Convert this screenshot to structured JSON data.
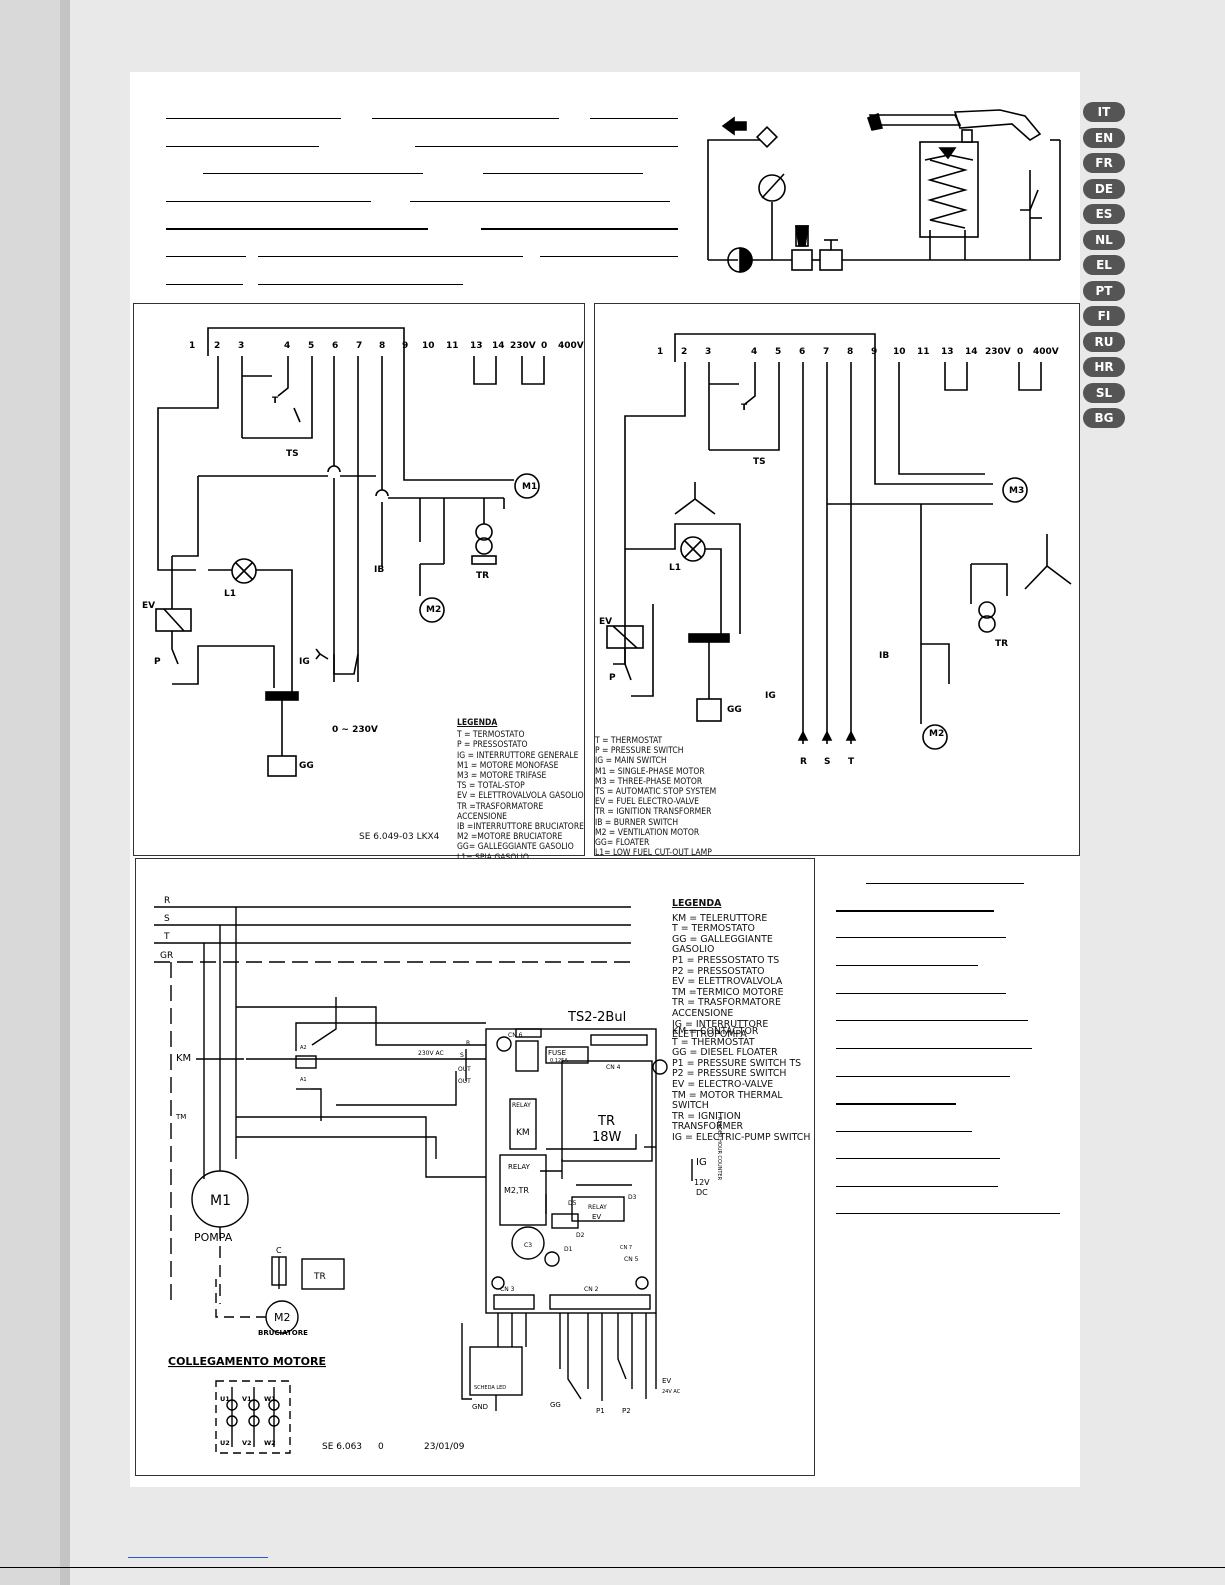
{
  "languages": [
    "IT",
    "EN",
    "FR",
    "DE",
    "ES",
    "NL",
    "EL",
    "PT",
    "FI",
    "RU",
    "HR",
    "SL",
    "BG"
  ],
  "diagram1": {
    "terminals": [
      "1",
      "2",
      "3",
      "4",
      "5",
      "6",
      "7",
      "8",
      "9",
      "10",
      "11",
      "13",
      "14",
      "230V",
      "0",
      "400V"
    ],
    "labels": {
      "ts": "TS",
      "t": "T",
      "m1": "M1",
      "tr": "TR",
      "ib": "IB",
      "m2": "M2",
      "l1": "L1",
      "ev": "EV",
      "p": "P",
      "ig": "IG",
      "gg": "GG",
      "supply": "0 ∼ 230V"
    },
    "code": "SE 6.049-03  LKX4"
  },
  "diagram2": {
    "terminals": [
      "1",
      "2",
      "3",
      "4",
      "5",
      "6",
      "7",
      "8",
      "9",
      "10",
      "11",
      "13",
      "14",
      "230V",
      "0",
      "400V"
    ],
    "labels": {
      "ts": "TS",
      "t": "T",
      "m3": "M3",
      "l1": "L1",
      "ev": "EV",
      "p": "P",
      "gg": "GG",
      "ig": "IG",
      "tr": "TR",
      "ib": "IB",
      "m2": "M2",
      "r": "R",
      "s": "S",
      "tt": "T"
    }
  },
  "legend_it": {
    "heading": "LEGENDA",
    "items": [
      "T = TERMOSTATO",
      "P = PRESSOSTATO",
      "IG = INTERRUTTORE GENERALE",
      "M1 = MOTORE MONOFASE",
      "M3 = MOTORE TRIFASE",
      "TS = TOTAL-STOP",
      "EV = ELETTROVALVOLA GASOLIO",
      "TR =TRASFORMATORE ACCENSIONE",
      "IB =INTERRUTTORE BRUCIATORE",
      "M2 =MOTORE BRUCIATORE",
      "GG= GALLEGGIANTE GASOLIO",
      "L1= SPIA GASOLIO"
    ]
  },
  "legend_en": {
    "items": [
      "T = THERMOSTAT",
      "P = PRESSURE SWITCH",
      "IG = MAIN SWITCH",
      "M1 = SINGLE-PHASE MOTOR",
      "M3 = THREE-PHASE MOTOR",
      "TS = AUTOMATIC STOP SYSTEM",
      "EV = FUEL ELECTRO-VALVE",
      "TR = IGNITION TRANSFORMER",
      "IB = BURNER SWITCH",
      "M2 = VENTILATION MOTOR",
      "GG= FLOATER",
      "L1= LOW FUEL CUT-OUT LAMP"
    ]
  },
  "diagram3": {
    "lines": [
      "R",
      "S",
      "T",
      "GR"
    ],
    "board": "TS2-2Bul",
    "km": "KM",
    "tm": "TM",
    "m1": "M1",
    "pompa": "POMPA",
    "c": "C",
    "m2": "M2",
    "bruciatore": "BRUCIATORE",
    "tr": "TR",
    "cn6": "CN 6",
    "v230": "230V AC",
    "fuse": "FUSE",
    "fuse_val": "0.125A",
    "cn4": "CN 4",
    "relay": "RELAY",
    "kmb": "KM",
    "trb": "TR",
    "w18": "18W",
    "ig": "IG",
    "v12": "12V",
    "dc": "DC",
    "relay2": "RELAY",
    "m2tr": "M2,TR",
    "d5": "D5",
    "d3": "D3",
    "relay_ev": "RELAY",
    "ev": "EV",
    "c1": "C3",
    "cn7": "CN 7",
    "cn5": "CN 5",
    "cn3": "CN 3",
    "cn2": "CN 2",
    "d1": "D1",
    "d2": "D2",
    "scheda": "SCHEDA LED",
    "gnd": "GND",
    "gg": "GG",
    "p1": "P1",
    "p2": "P2",
    "ev2": "EV",
    "v24": "24V AC",
    "hour": "READER HOUR COUNTER",
    "r": "R",
    "s": "S",
    "out1": "OUT",
    "out2": "OUT",
    "a1": "A1",
    "a2": "A2",
    "motore": "COLLEGAMENTO MOTORE",
    "u1": "U1",
    "v1": "V1",
    "w1": "W1",
    "u2": "U2",
    "v2": "V2",
    "w2": "W2",
    "code": "SE 6.063",
    "rev": "0",
    "date": "23/01/09"
  },
  "legend_3it": {
    "heading": "LEGENDA",
    "items": [
      "KM = TELERUTTORE",
      "T = TERMOSTATO",
      "GG = GALLEGGIANTE GASOLIO",
      "P1 = PRESSOSTATO TS",
      "P2 = PRESSOSTATO",
      "EV = ELETTROVALVOLA",
      "TM =TERMICO MOTORE",
      "TR = TRASFORMATORE ACCENSIONE",
      "IG = INTERRUTTORE ELETTROPOMPA"
    ]
  },
  "legend_3en": {
    "items": [
      "KM = CONTACTOR",
      "T = THERMOSTAT",
      "GG = DIESEL FLOATER",
      "P1 = PRESSURE SWITCH TS",
      "P2 = PRESSURE SWITCH",
      "EV = ELECTRO-VALVE",
      "TM = MOTOR THERMAL SWITCH",
      "TR = IGNITION TRANSFORMER",
      "IG = ELECTRIC-PUMP SWITCH"
    ]
  }
}
